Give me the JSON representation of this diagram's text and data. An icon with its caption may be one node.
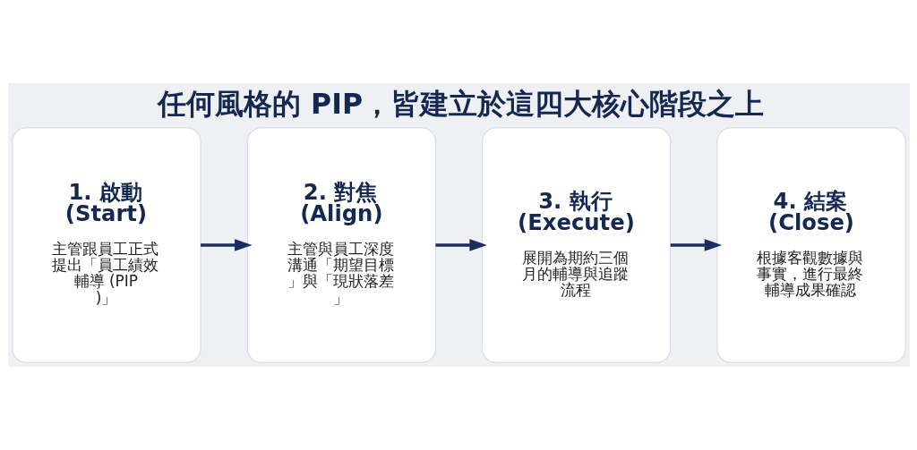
{
  "diagram": {
    "title": "任何風格的 PIP，皆建立於這四大核心階段之上",
    "nodes": [
      {
        "text": [
          "1. 啟動 (Start)",
          "主管跟員工正式提出「員工績效輔導 (PIP)」"
        ]
      },
      {
        "text": [
          "2. 對焦 (Align)",
          "主管與員工深度溝通「期望目標」與「現狀落差」"
        ]
      },
      {
        "text": [
          "3. 執行 (Execute)",
          "展開為期約三個月的輔導與追蹤流程"
        ]
      },
      {
        "text": [
          "4. 結案 (Close)",
          "根據客觀數據與事實，進行最終輔導成果確認"
        ]
      }
    ],
    "edges": [
      {
        "from": 0,
        "to": 1,
        "arrow": "to"
      },
      {
        "from": 1,
        "to": 2,
        "arrow": "to"
      },
      {
        "from": 2,
        "to": 3,
        "arrow": "to"
      }
    ]
  }
}
